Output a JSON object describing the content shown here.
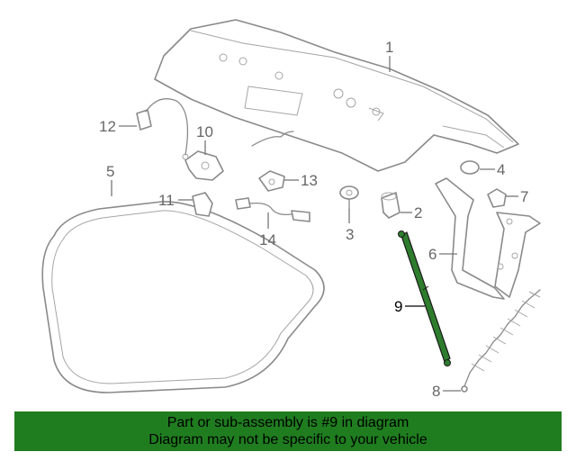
{
  "diagram": {
    "callouts": {
      "c1": "1",
      "c2": "2",
      "c3": "3",
      "c4": "4",
      "c5": "5",
      "c6": "6",
      "c7": "7",
      "c8": "8",
      "c9": "9",
      "c10": "10",
      "c11": "11",
      "c12": "12",
      "c13": "13",
      "c14": "14"
    },
    "highlight_color": "#2e7d2e",
    "part_stroke_color": "#8a8a8a"
  },
  "banner": {
    "line1": "Part or sub-assembly is #9 in diagram",
    "line2": "Diagram may not be specific to your vehicle",
    "background": "#1f7d1f"
  }
}
